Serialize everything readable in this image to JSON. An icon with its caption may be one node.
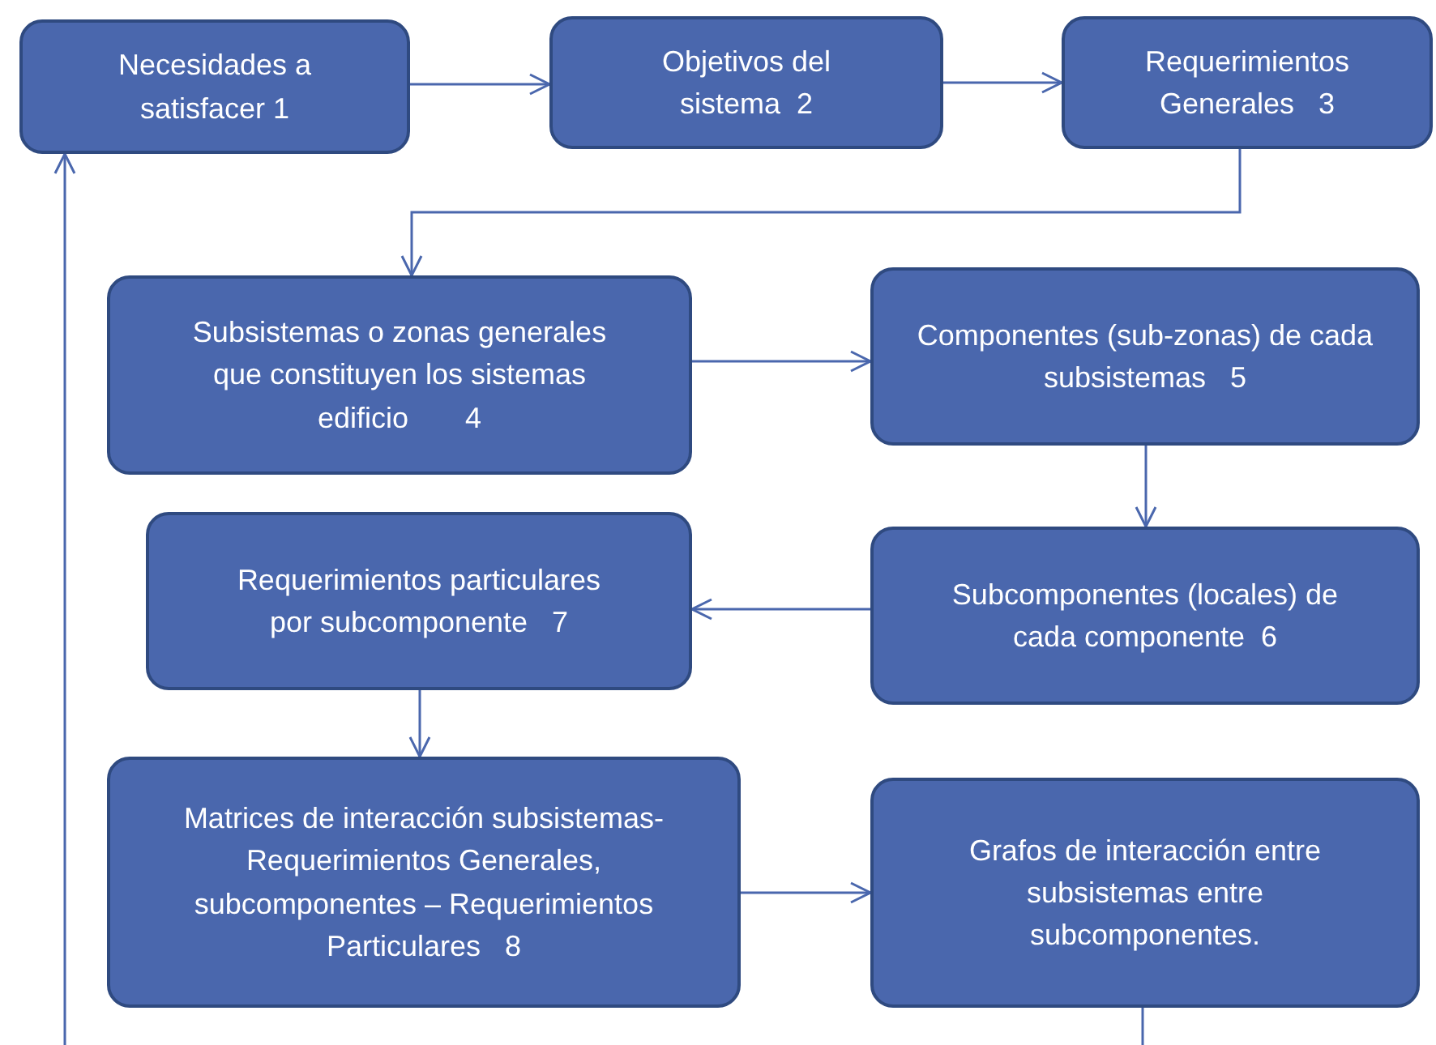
{
  "diagram": {
    "nodes": [
      {
        "text": [
          "Necesidades a satisfacer 1"
        ]
      },
      {
        "text": [
          "Objetivos del sistema  2"
        ]
      },
      {
        "text": [
          "Requerimientos Generales   3"
        ]
      },
      {
        "text": [
          "Subsistemas o zonas generales que constituyen los sistemas edificio       4"
        ]
      },
      {
        "text": [
          "Componentes (sub-zonas) de cada subsistemas   5"
        ]
      },
      {
        "text": [
          "Subcomponentes (locales) de cada componente  6"
        ]
      },
      {
        "text": [
          "Requerimientos particulares por subcomponente   7"
        ]
      },
      {
        "text": [
          "Matrices de interacción subsistemas- Requerimientos Generales, subcomponentes – Requerimientos Particulares   8"
        ]
      },
      {
        "text": [
          "Grafos de interacción entre subsistemas entre subcomponentes."
        ]
      }
    ],
    "edges": [
      {
        "from": 0,
        "to": 1,
        "arrow": "to"
      },
      {
        "from": 1,
        "to": 2,
        "arrow": "to"
      },
      {
        "from": 2,
        "to": 3,
        "arrow": "to"
      },
      {
        "from": 3,
        "to": 4,
        "arrow": "to"
      },
      {
        "from": 4,
        "to": 5,
        "arrow": "to"
      },
      {
        "from": 5,
        "to": 6,
        "arrow": "to"
      },
      {
        "from": 6,
        "to": 7,
        "arrow": "to"
      },
      {
        "from": 7,
        "to": 8,
        "arrow": "to"
      },
      {
        "from": 8,
        "to": null,
        "arrow": "none"
      },
      {
        "from": null,
        "to": 0,
        "arrow": "to"
      }
    ]
  }
}
